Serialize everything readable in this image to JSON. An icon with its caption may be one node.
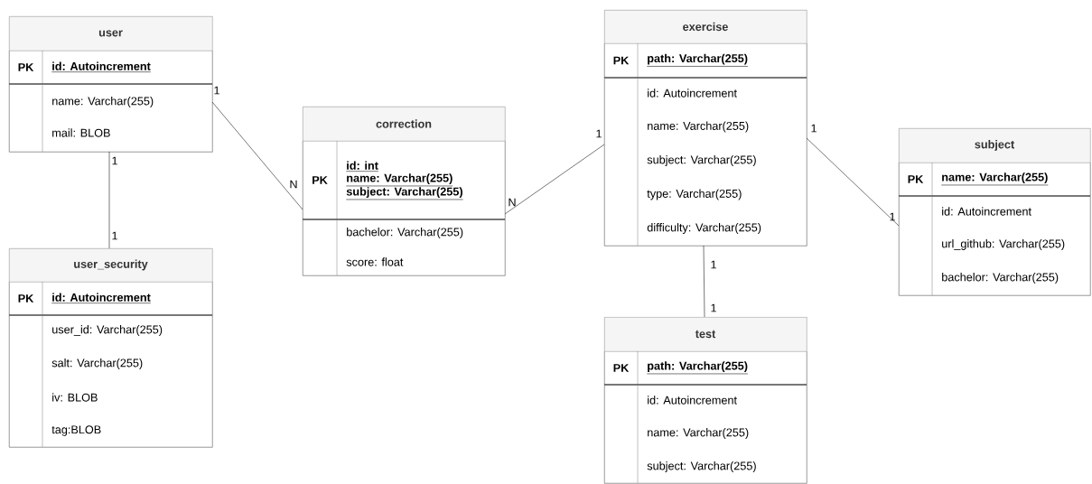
{
  "diagram": {
    "nodes": [
      {
        "text": [
          "user"
        ]
      },
      {
        "text": [
          "PK",
          "id: Autoincrement"
        ],
        "in": 0
      },
      {
        "text": [
          "name: Varchar(255)",
          "mail: BLOB"
        ],
        "in": 0
      },
      {
        "text": [
          "user_security"
        ]
      },
      {
        "text": [
          "PK",
          "id: Autoincrement"
        ],
        "in": 3
      },
      {
        "text": [
          "user_id: Varchar(255)",
          "salt: Varchar(255)",
          "iv: BLOB",
          "tag:BLOB"
        ],
        "in": 3
      },
      {
        "text": [
          "correction"
        ]
      },
      {
        "text": [
          "PK",
          "id: int",
          "name: Varchar(255)",
          "subject: Varchar(255)"
        ],
        "in": 6
      },
      {
        "text": [
          "bachelor: Varchar(255)",
          "score: float"
        ],
        "in": 6
      },
      {
        "text": [
          "exercise"
        ]
      },
      {
        "text": [
          "PK",
          "path: Varchar(255)"
        ],
        "in": 9
      },
      {
        "text": [
          "id: Autoincrement",
          "name: Varchar(255)",
          "subject: Varchar(255)",
          "type: Varchar(255)",
          "difficulty: Varchar(255)"
        ],
        "in": 9
      },
      {
        "text": [
          "subject"
        ]
      },
      {
        "text": [
          "PK",
          "name: Varchar(255)"
        ],
        "in": 12
      },
      {
        "text": [
          "id: Autoincrement",
          "url_github: Varchar(255)",
          "bachelor: Varchar(255)"
        ],
        "in": 12
      },
      {
        "text": [
          "test"
        ]
      },
      {
        "text": [
          "PK",
          "path: Varchar(255)"
        ],
        "in": 15
      },
      {
        "text": [
          "id: Autoincrement",
          "name: Varchar(255)",
          "subject: Varchar(255)"
        ],
        "in": 15
      }
    ],
    "edges": [
      {
        "from": 0,
        "to": 6,
        "arrow": "none"
      },
      {
        "from": 0,
        "to": 3,
        "arrow": "none"
      },
      {
        "from": 6,
        "to": 9,
        "arrow": "none"
      },
      {
        "from": 9,
        "to": 12,
        "arrow": "none"
      },
      {
        "from": 9,
        "to": 15,
        "arrow": "none"
      }
    ],
    "labels": [
      "1",
      "N",
      "1",
      "1",
      "N",
      "1",
      "1",
      "1",
      "1",
      "1"
    ]
  }
}
